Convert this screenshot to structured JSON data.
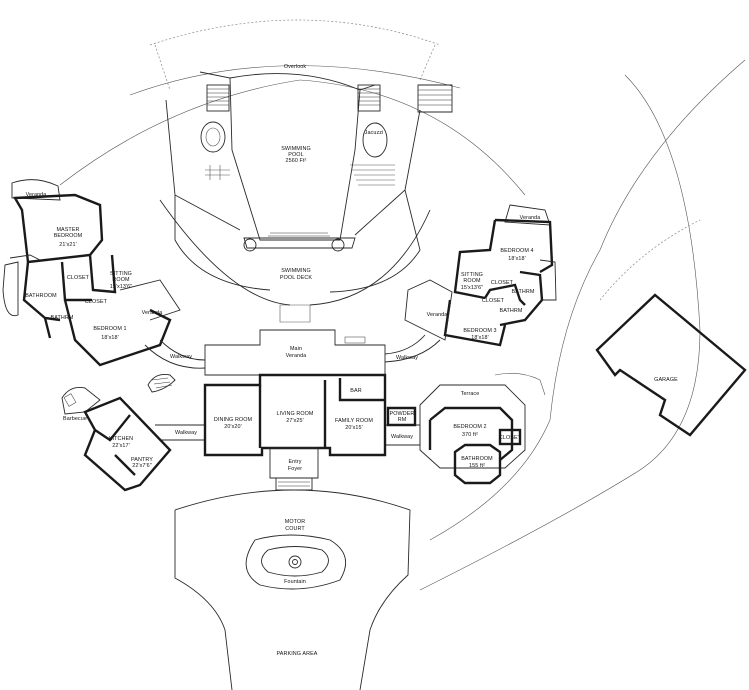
{
  "plan": {
    "overview": "Overlook",
    "jacuzzi": "Jacuzzi",
    "pool": {
      "name": "SWIMMING",
      "name2": "POOL",
      "area": "2560 Ft²"
    },
    "pool_deck": {
      "line1": "SWIMMING",
      "line2": "POOL DECK"
    },
    "master": {
      "veranda": "Veranda",
      "bedroom_line1": "MASTER",
      "bedroom_line2": "BEDROOM",
      "bedroom_size": "21'x21'",
      "closet": "CLOSET",
      "closet2": "CLOSET",
      "sitting": "SITTING",
      "sitting2": "ROOM",
      "sitting_size": "15'x13'6\"",
      "bathroom": "BATHROOM",
      "bathrm": "BATHRM",
      "bedroom1": "BEDROOM 1",
      "bedroom1_size": "18'x18'",
      "veranda2": "Veranda"
    },
    "east": {
      "veranda_top": "Veranda",
      "bedroom4": "BEDROOM 4",
      "bedroom4_size": "18'x18'",
      "sitting": "SITTING",
      "sitting2": "ROOM",
      "sitting_size": "15'x13'6\"",
      "closet": "CLOSET",
      "closet2": "CLOSET",
      "bathrm": "BATHRM",
      "bathrm2": "BATHRM",
      "veranda": "Veranda",
      "bedroom3": "BEDROOM 3",
      "bedroom3_size": "18'x18'"
    },
    "main_veranda": {
      "line1": "Main",
      "line2": "Veranda"
    },
    "walkway_left": "Walkway",
    "walkway_right": "Walkway",
    "walkway_kitchen": "Walkway",
    "walkway_east": "Walkway",
    "bar": "BAR",
    "dining": {
      "name": "DINING ROOM",
      "size": "20'x20'"
    },
    "living": {
      "name": "LIVING ROOM",
      "size": "27'x25'"
    },
    "family": {
      "name": "FAMILY ROOM",
      "size": "20'x15'"
    },
    "powder": {
      "line1": "POWDER",
      "line2": "RM"
    },
    "terrace": "Terrace",
    "bedroom2": {
      "name": "BEDROOM 2",
      "size": "370 ft²"
    },
    "bathroom_east": {
      "name": "BATHROOM",
      "size": "155 ft²"
    },
    "closet_east": "CLOSET",
    "barbecue": "Barbecue",
    "kitchen": {
      "name": "KITCHEN",
      "size": "22'x17'"
    },
    "pantry": {
      "name": "PANTRY",
      "size": "22'x7'6\""
    },
    "entry": {
      "line1": "Entry",
      "line2": "Foyer"
    },
    "motor_court": {
      "line1": "MOTOR",
      "line2": "COURT"
    },
    "fountain": "Fountain",
    "parking": "PARKING AREA",
    "garage": "GARAGE"
  },
  "colors": {
    "ink": "#1a1a1a",
    "paper": "#ffffff"
  }
}
